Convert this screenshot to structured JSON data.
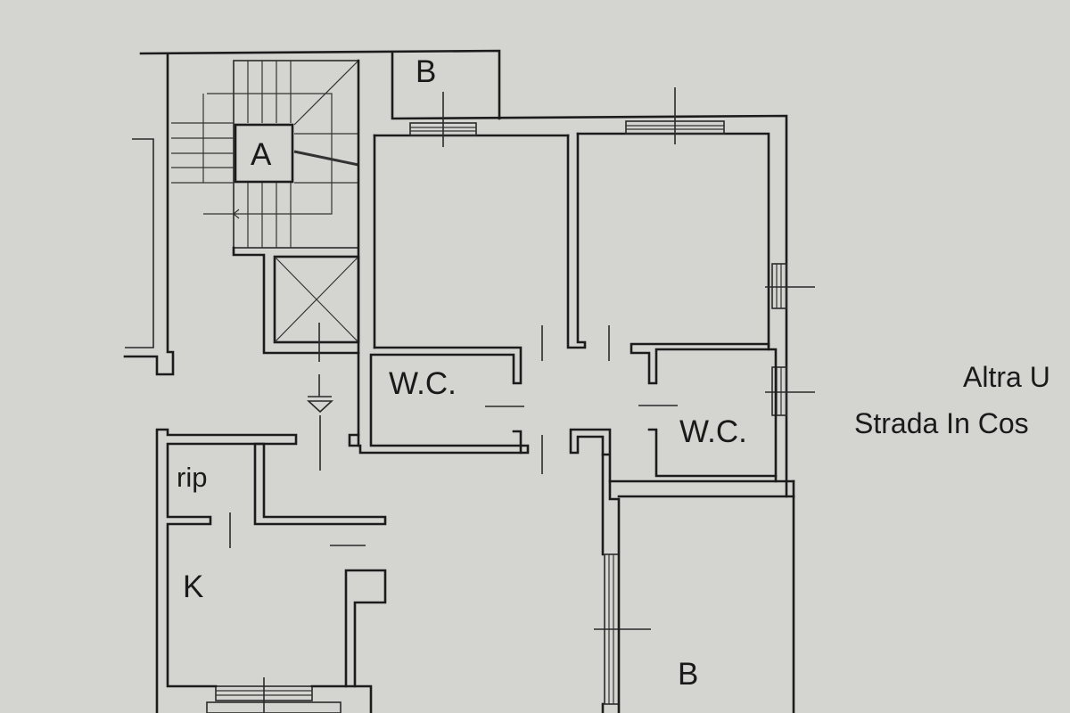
{
  "rooms": {
    "stair": "A",
    "balcony_top": "B",
    "wc_left": "W.C.",
    "wc_right": "W.C.",
    "storage": "rip",
    "kitchen": "K",
    "balcony_bottom": "B"
  },
  "notes": {
    "line1": "Altra U",
    "line2": "Strada In Cos"
  }
}
